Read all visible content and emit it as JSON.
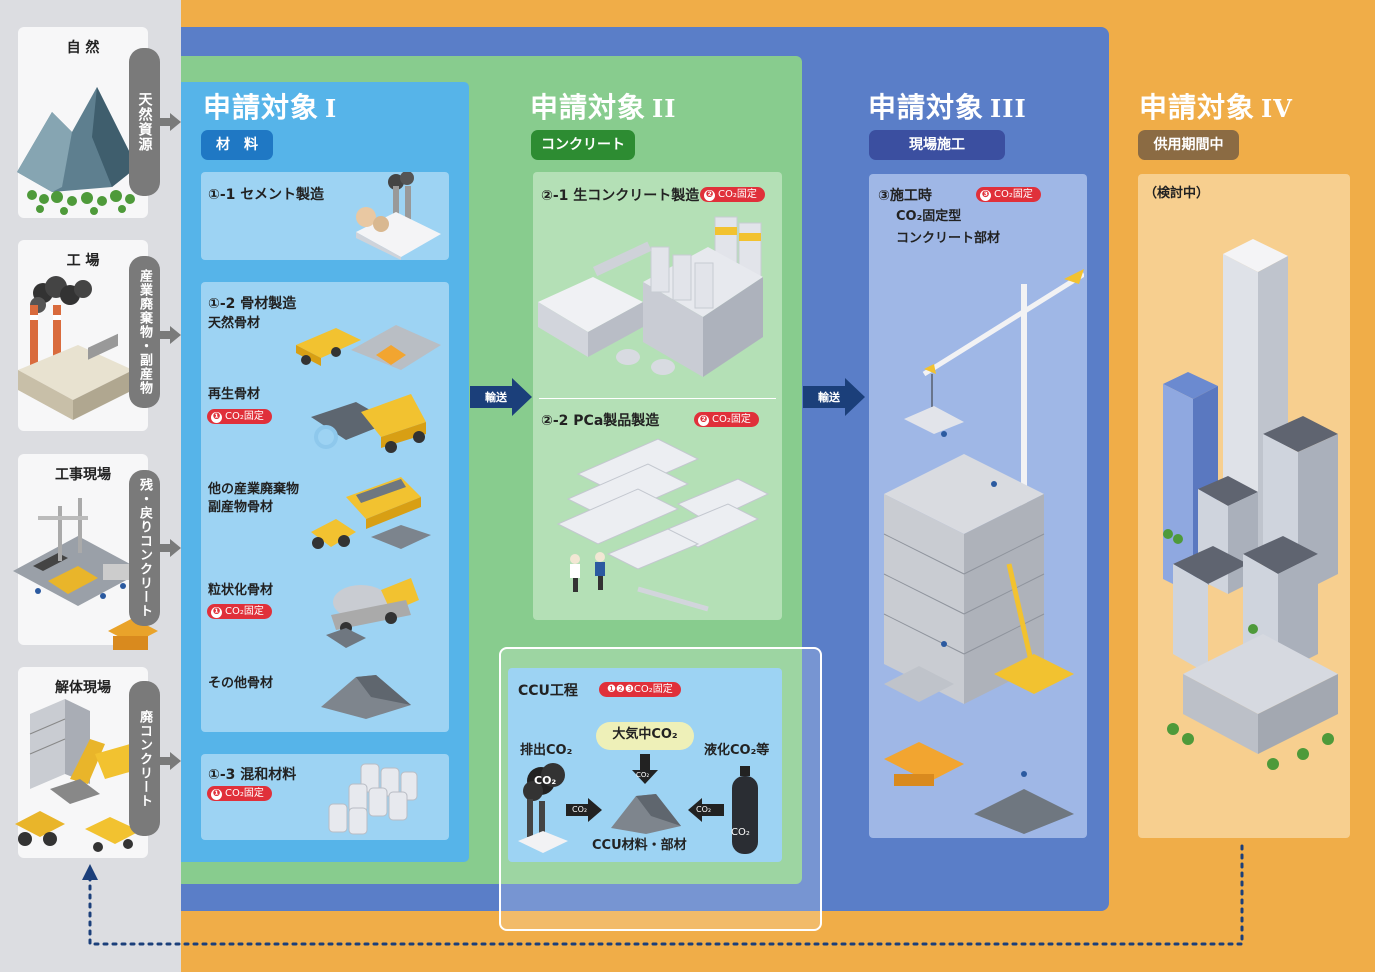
{
  "colors": {
    "orange_bg": "#f0ad48",
    "gray_column": "#dcdde1",
    "blue_dark": "#5a7ec8",
    "green_area": "#88cc8e",
    "blue_light": "#56b4e9",
    "iii_card": "#9fb7e6",
    "iv_card": "#f7cf8f",
    "red_badge": "#e0303a"
  },
  "sources": [
    {
      "title": "自 然",
      "tab": "天然資源"
    },
    {
      "title": "工 場",
      "tab": "産業廃棄物・副産物"
    },
    {
      "title": "工事現場",
      "tab": "残・戻りコンクリート"
    },
    {
      "title": "解体現場",
      "tab": "廃コンクリート"
    }
  ],
  "target1": {
    "title": "申請対象",
    "roman": "I",
    "pill": "材　料",
    "cement": {
      "label": "①-1 セメント製造"
    },
    "aggregate": {
      "label": "①-2 骨材製造",
      "natural": "天然骨材",
      "recycled": "再生骨材",
      "recycled_badge_num": "❶",
      "recycled_badge": "CO₂固定",
      "industrial_line1": "他の産業廃棄物",
      "industrial_line2": "副産物骨材",
      "granulated": "粒状化骨材",
      "granulated_badge_num": "❶",
      "granulated_badge": "CO₂固定",
      "other": "その他骨材"
    },
    "admixture": {
      "label": "①-3 混和材料",
      "badge_num": "❶",
      "badge": "CO₂固定"
    }
  },
  "transport_label": "輸送",
  "target2": {
    "title": "申請対象",
    "roman": "II",
    "pill": "コンクリート",
    "ready_mix": {
      "label": "②-1 生コンクリート製造",
      "badge_num": "❷",
      "badge": "CO₂固定"
    },
    "precast": {
      "label": "②-2 PCa製品製造",
      "badge_num": "❷",
      "badge": "CO₂固定"
    }
  },
  "ccu": {
    "title": "CCU工程",
    "badge": "❶❷❸CO₂固定",
    "emission": "排出CO₂",
    "atmos": "大気中CO₂",
    "liquid": "液化CO₂等",
    "co2": "CO₂",
    "materials": "CCU材料・部材"
  },
  "target3": {
    "title": "申請対象",
    "roman": "III",
    "pill": "現場施工",
    "construction_line1": "③施工時",
    "construction_line2": "CO₂固定型",
    "construction_line3": "コンクリート部材",
    "badge_num": "❸",
    "badge": "CO₂固定"
  },
  "target4": {
    "title": "申請対象",
    "roman": "IV",
    "pill": "供用期間中",
    "note": "（検討中）"
  },
  "icons": {
    "mountain": "mountain-icon",
    "factory": "factory-icon",
    "construction": "construction-site-icon",
    "demolition": "demolition-site-icon"
  }
}
